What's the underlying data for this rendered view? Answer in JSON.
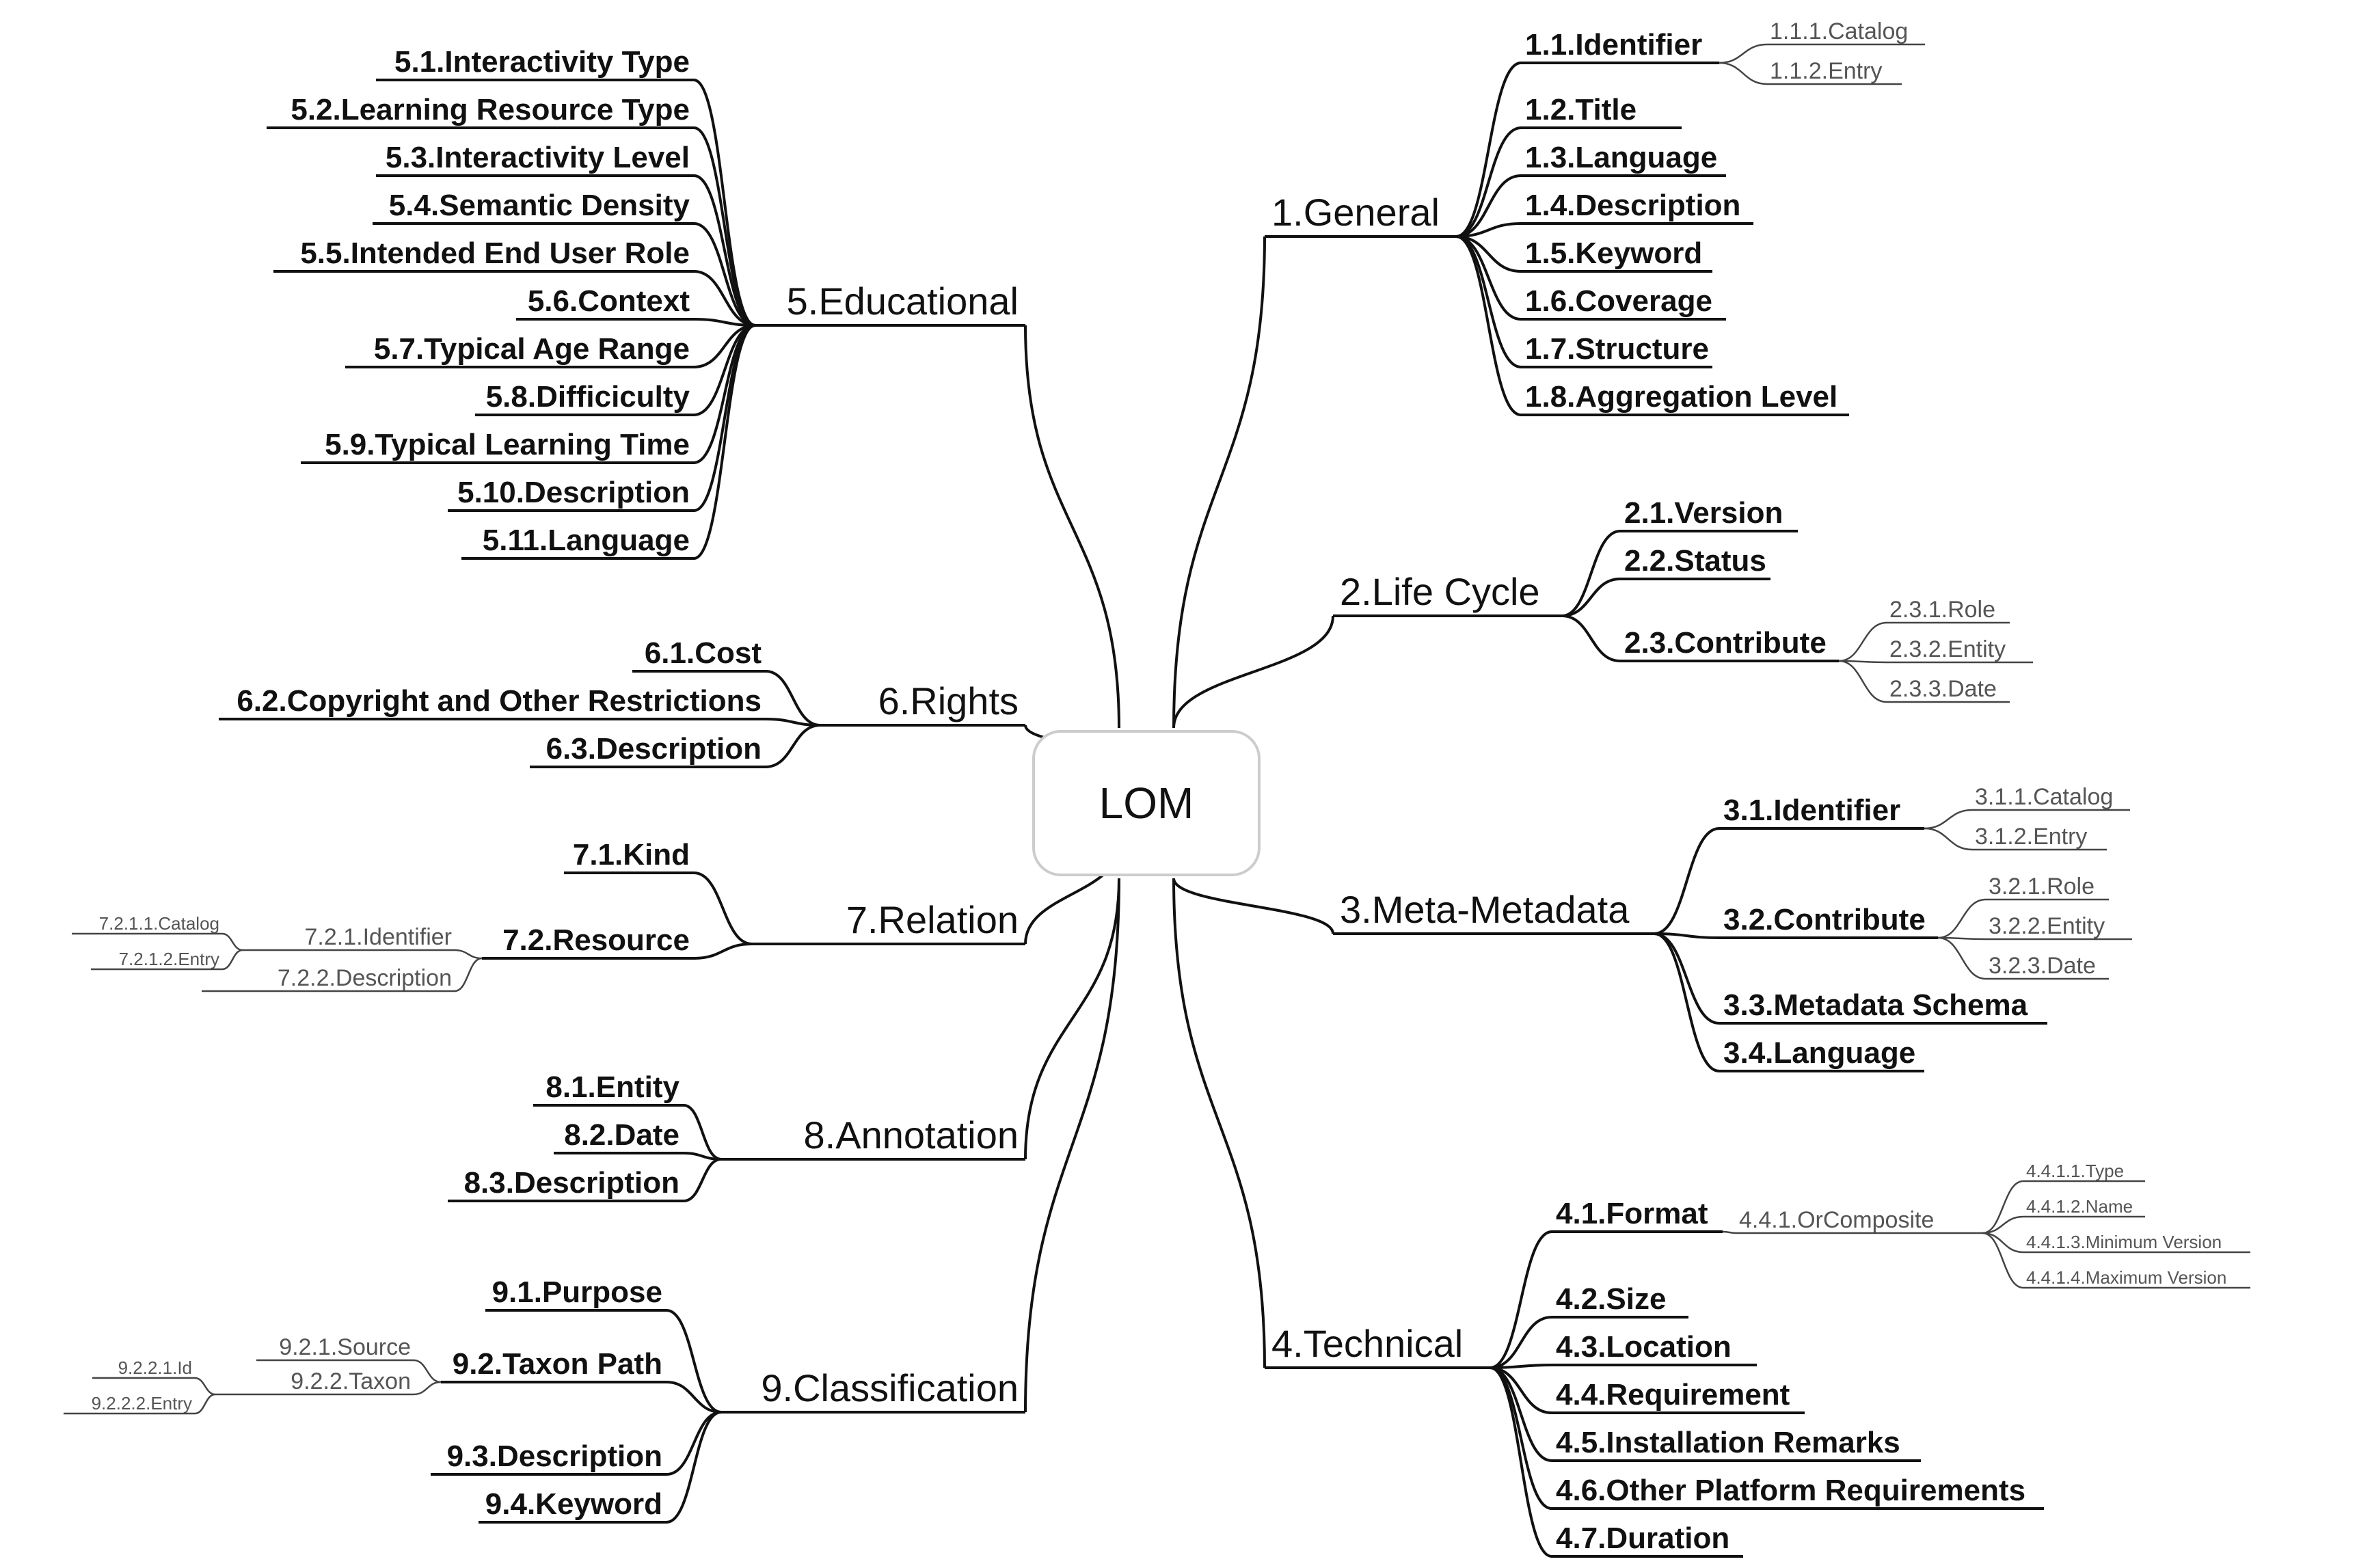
{
  "root": "LOM",
  "branches": [
    {
      "label": "1.General",
      "children": [
        {
          "label": "1.1.Identifier",
          "children": [
            "1.1.1.Catalog",
            "1.1.2.Entry"
          ]
        },
        {
          "label": "1.2.Title"
        },
        {
          "label": "1.3.Language"
        },
        {
          "label": "1.4.Description"
        },
        {
          "label": "1.5.Keyword"
        },
        {
          "label": "1.6.Coverage"
        },
        {
          "label": "1.7.Structure"
        },
        {
          "label": "1.8.Aggregation Level"
        }
      ]
    },
    {
      "label": "2.Life Cycle",
      "children": [
        {
          "label": "2.1.Version"
        },
        {
          "label": "2.2.Status"
        },
        {
          "label": "2.3.Contribute",
          "children": [
            "2.3.1.Role",
            "2.3.2.Entity",
            "2.3.3.Date"
          ]
        }
      ]
    },
    {
      "label": "3.Meta-Metadata",
      "children": [
        {
          "label": "3.1.Identifier",
          "children": [
            "3.1.1.Catalog",
            "3.1.2.Entry"
          ]
        },
        {
          "label": "3.2.Contribute",
          "children": [
            "3.2.1.Role",
            "3.2.2.Entity",
            "3.2.3.Date"
          ]
        },
        {
          "label": "3.3.Metadata Schema"
        },
        {
          "label": "3.4.Language"
        }
      ]
    },
    {
      "label": "4.Technical",
      "children": [
        {
          "label": "4.1.Format",
          "children": [
            {
              "label": "4.4.1.OrComposite",
              "children": [
                "4.4.1.1.Type",
                "4.4.1.2.Name",
                "4.4.1.3.Minimum Version",
                "4.4.1.4.Maximum Version"
              ]
            }
          ]
        },
        {
          "label": "4.2.Size"
        },
        {
          "label": "4.3.Location"
        },
        {
          "label": "4.4.Requirement"
        },
        {
          "label": "4.5.Installation Remarks"
        },
        {
          "label": "4.6.Other Platform Requirements"
        },
        {
          "label": "4.7.Duration"
        }
      ]
    },
    {
      "label": "5.Educational",
      "children": [
        {
          "label": "5.1.Interactivity Type"
        },
        {
          "label": "5.2.Learning Resource Type"
        },
        {
          "label": "5.3.Interactivity Level"
        },
        {
          "label": "5.4.Semantic Density"
        },
        {
          "label": "5.5.Intended End User Role"
        },
        {
          "label": "5.6.Context"
        },
        {
          "label": "5.7.Typical Age Range"
        },
        {
          "label": "5.8.Difficiculty"
        },
        {
          "label": "5.9.Typical Learning Time"
        },
        {
          "label": "5.10.Description"
        },
        {
          "label": "5.11.Language"
        }
      ]
    },
    {
      "label": "6.Rights",
      "children": [
        {
          "label": "6.1.Cost"
        },
        {
          "label": "6.2.Copyright and Other Restrictions"
        },
        {
          "label": "6.3.Description"
        }
      ]
    },
    {
      "label": "7.Relation",
      "children": [
        {
          "label": "7.1.Kind"
        },
        {
          "label": "7.2.Resource",
          "children": [
            {
              "label": "7.2.1.Identifier",
              "children": [
                "7.2.1.1.Catalog",
                "7.2.1.2.Entry"
              ]
            },
            "7.2.2.Description"
          ]
        }
      ]
    },
    {
      "label": "8.Annotation",
      "children": [
        {
          "label": "8.1.Entity"
        },
        {
          "label": "8.2.Date"
        },
        {
          "label": "8.3.Description"
        }
      ]
    },
    {
      "label": "9.Classification",
      "children": [
        {
          "label": "9.1.Purpose"
        },
        {
          "label": "9.2.Taxon Path",
          "children": [
            "9.2.1.Source",
            {
              "label": "9.2.2.Taxon",
              "children": [
                "9.2.2.1.Id",
                "9.2.2.2.Entry"
              ]
            }
          ]
        },
        {
          "label": "9.3.Description"
        },
        {
          "label": "9.4.Keyword"
        }
      ]
    }
  ]
}
